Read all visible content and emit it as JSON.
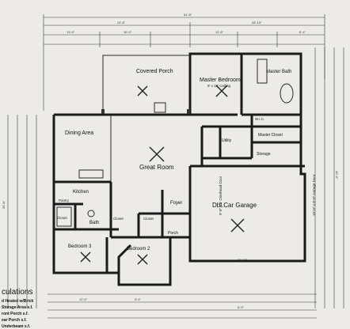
{
  "rooms": {
    "covered_porch": "Covered Porch",
    "master_bedroom": "Master Bedroom",
    "master_bath": "Master Bath",
    "dining_area": "Dining Area",
    "great_room": "Great Room",
    "utility": "Utility",
    "master_closet": "Master Closet",
    "storage": "Storage",
    "kitchen": "Kitchen",
    "dbl_car_garage": "Dbl.Car Garage",
    "foyer": "Foyer",
    "bath": "Bath",
    "bedroom_3": "Bedroom 3",
    "bedroom_2": "Bedroom 2",
    "porch": "Porch",
    "closet_1": "Closet",
    "closet_2": "Closet",
    "closet_3": "Closet",
    "pantry": "Pantry",
    "wic": "W.I.C."
  },
  "dimensions": {
    "overall_width": "51'-8\"",
    "left_depth": "35'-8\"",
    "right_depth": "42'-4\"",
    "top_left": "24'-8\"",
    "top_right": "26'-10\"",
    "garage_width": "21'-10\"",
    "seg_13_6": "13'-6\"",
    "seg_16_0": "16'-0\"",
    "seg_12_6": "12'-6\"",
    "seg_6_4": "6'-4\"",
    "bottom_12_0": "12'-0\"",
    "bottom_9_4": "9'-4\"",
    "bottom_6_0": "6'-0\""
  },
  "notes": {
    "ceiling": "9' x 10' Ceiling",
    "garage_door": "16'-0\" x 8'-0\" Garage Door",
    "overhead_door": "9'-0\" x 8' Overhead Door"
  },
  "calculations": {
    "title": "culations",
    "line1": "d Heated w/Brick",
    "line2": "Storage Area s.f.",
    "line3": "ront Porch s.f.",
    "line4": "ear Porch s.f.",
    "line5": "Underbeam s.f."
  }
}
